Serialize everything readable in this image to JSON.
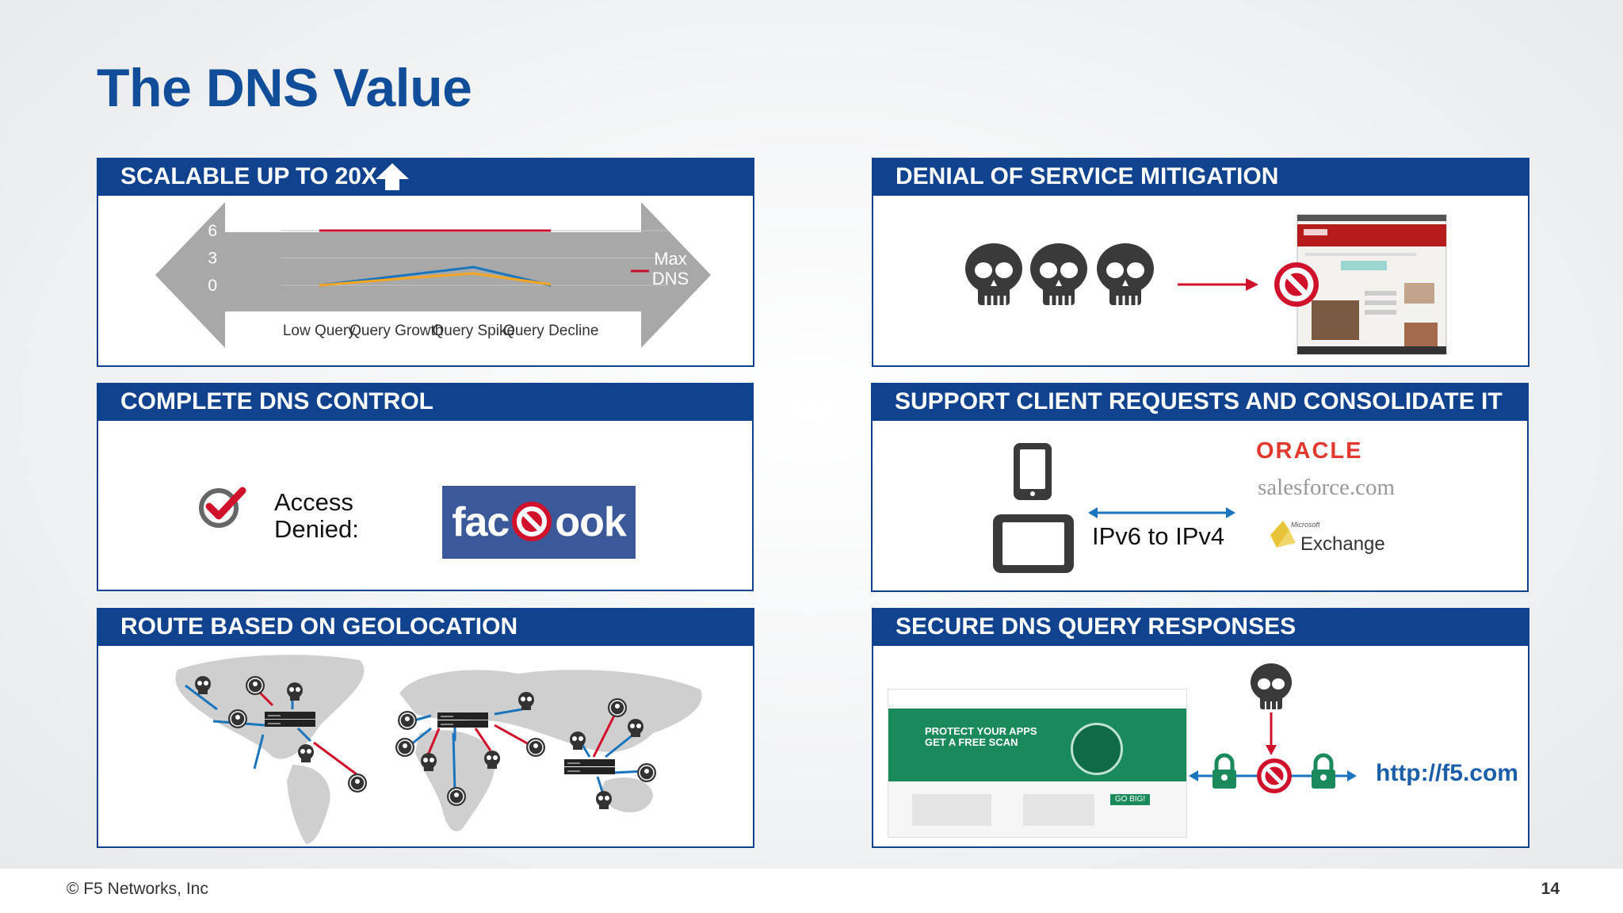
{
  "slide": {
    "title": "The DNS Value",
    "footer_copyright": "© F5 Networks, Inc",
    "page_number": "14"
  },
  "panels": {
    "scalable": {
      "header": "SCALABLE UP TO 20X",
      "icon": "up-arrow-icon"
    },
    "dos": {
      "header": "DENIAL OF SERVICE MITIGATION",
      "icons": [
        "skull-icon",
        "skull-icon",
        "skull-icon",
        "block-icon"
      ]
    },
    "control": {
      "header": "COMPLETE DNS CONTROL",
      "access_line1": "Access",
      "access_line2": "Denied:",
      "blocked_site_logo": "facebook",
      "icon": "checkmark-icon"
    },
    "support": {
      "header": "SUPPORT CLIENT REQUESTS AND CONSOLIDATE IT",
      "conversion_label": "IPv6 to IPv4",
      "logos": [
        "ORACLE",
        "salesforce.com",
        "Exchange"
      ],
      "exchange_prefix": "Microsoft"
    },
    "geo": {
      "header": "ROUTE BASED ON GEOLOCATION"
    },
    "secure": {
      "header": "SECURE DNS QUERY RESPONSES",
      "url": "http://f5.com",
      "site_banner": "PROTECT YOUR APPS GET A FREE SCAN",
      "site_cta": "GO BIG!"
    }
  },
  "colors": {
    "brand_blue": "#10428d",
    "title_blue": "#114d99",
    "alert_red": "#d0112b",
    "line_blue": "#1b75bc",
    "line_orange": "#f4a623",
    "arrow_gray": "#a8a8a8"
  },
  "chart_data": {
    "type": "line",
    "categories": [
      "Low Query",
      "Query Growth",
      "Query Spike",
      "Query Decline"
    ],
    "series": [
      {
        "name": "Max DNS",
        "values": [
          6,
          6,
          6,
          6
        ],
        "color": "#c8102e"
      },
      {
        "values": [
          0,
          1.0,
          2.0,
          0
        ],
        "color": "#1b75bc"
      },
      {
        "values": [
          0,
          0.7,
          1.3,
          0.1
        ],
        "color": "#f4a623"
      }
    ],
    "yticks": [
      0,
      3,
      6
    ],
    "ylim": [
      0,
      6
    ],
    "grid": true,
    "legend_position": "right"
  }
}
